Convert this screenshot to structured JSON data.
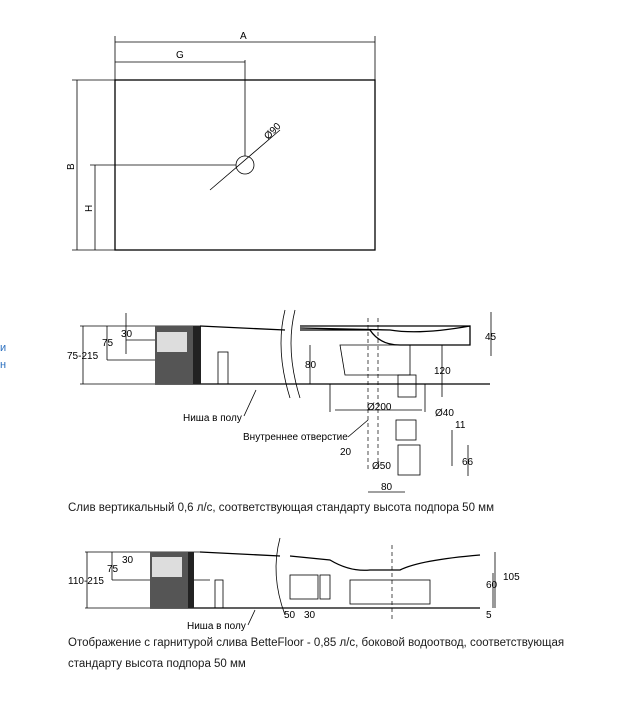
{
  "plan_view": {
    "dim_a": "A",
    "dim_g": "G",
    "dim_b": "B",
    "dim_h": "H",
    "drain_diameter": "Ø90"
  },
  "section_vertical": {
    "dims": {
      "total_height": "75-215",
      "d30": "30",
      "d75": "75",
      "d80": "80",
      "d120": "120",
      "d45": "45",
      "d200": "Ø200",
      "d40": "Ø40",
      "d11": "11",
      "d66": "66",
      "d20": "20",
      "d50": "Ø50",
      "d80b": "80"
    },
    "label_niche": "Ниша в полу",
    "label_inner_hole": "Внутреннее отверстие",
    "caption": "Слив вертикальный 0,6 л/с, соответствующая стандарту высота подпора 50 мм"
  },
  "section_side": {
    "dims": {
      "total_height": "110-215",
      "d30": "30",
      "d75": "75",
      "d50": "50",
      "d30b": "30",
      "d60": "60",
      "d105": "105",
      "d5": "5"
    },
    "label_niche": "Ниша в полу",
    "caption_line1": "Отображение с гарнитурой слива BetteFloor - 0,85 л/с, боковой водоотвод, соответствующая",
    "caption_line2": "стандарту высота подпора 50 мм"
  },
  "edge_fragments": [
    "и",
    "н"
  ],
  "colors": {
    "line": "#000000",
    "caption": "#1a1a1a",
    "edge_link": "#2a6fbf"
  }
}
